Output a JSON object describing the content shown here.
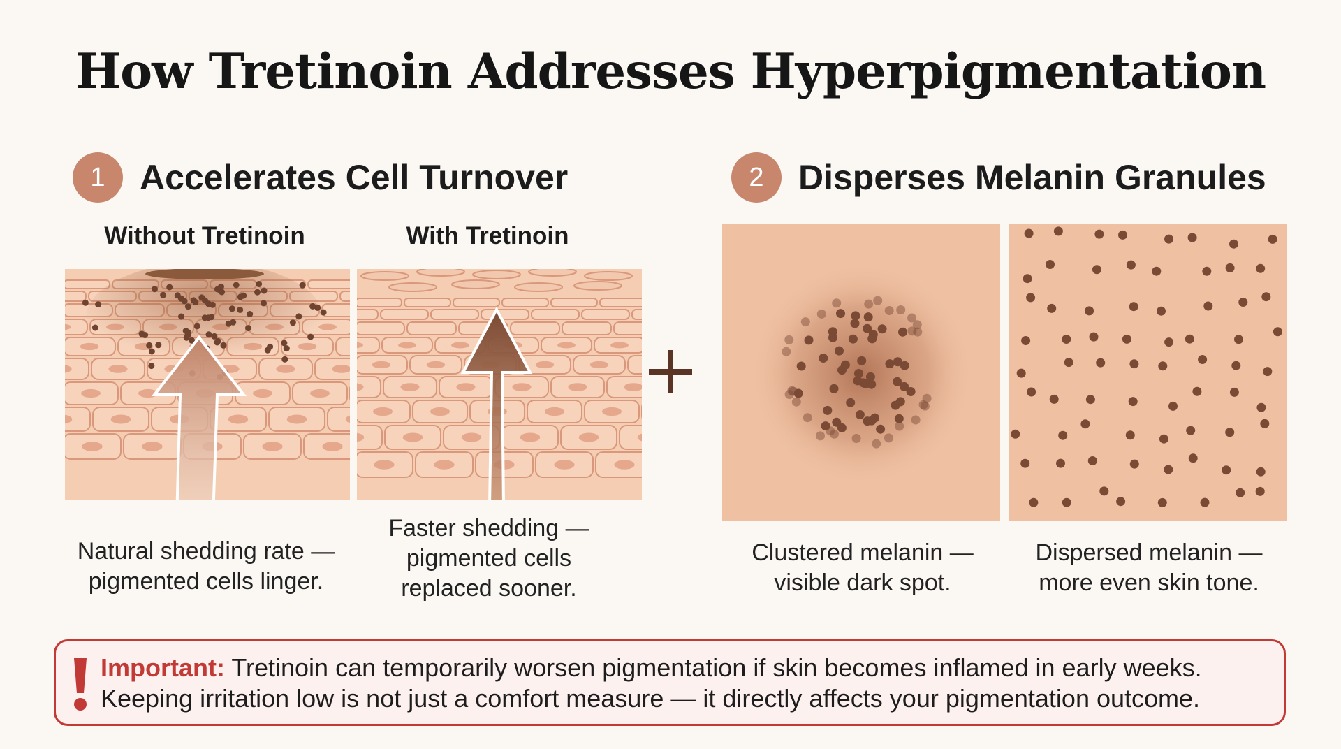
{
  "title": "How Tretinoin Addresses Hyperpigmentation",
  "sections": [
    {
      "number": "1",
      "title": "Accelerates Cell Turnover"
    },
    {
      "number": "2",
      "title": "Disperses Melanin Granules"
    }
  ],
  "turnover": {
    "without": {
      "title": "Without Tretinoin",
      "caption_line1": "Natural shedding rate —",
      "caption_line2": "pigmented cells linger."
    },
    "with": {
      "title": "With Tretinoin",
      "caption_line1": "Faster shedding —",
      "caption_line2": "pigmented cells",
      "caption_line3": "replaced sooner."
    }
  },
  "melanin": {
    "clustered": {
      "caption_line1": "Clustered melanin —",
      "caption_line2": "visible dark spot."
    },
    "dispersed": {
      "caption_line1": "Dispersed melanin —",
      "caption_line2": "more even skin tone."
    }
  },
  "warning": {
    "label": "Important:",
    "line1": " Tretinoin can temporarily worsen pigmentation if skin becomes inflamed in early weeks.",
    "line2": "Keeping irritation low is not just a comfort measure — it directly affects your pigmentation outcome."
  },
  "colors": {
    "accent": "#c8876d",
    "warning": "#c23a36",
    "skin": "#efbfa0",
    "melanin": "#7a4a35"
  },
  "icons": [
    "plus-icon",
    "exclamation-icon",
    "up-arrow-icon"
  ]
}
